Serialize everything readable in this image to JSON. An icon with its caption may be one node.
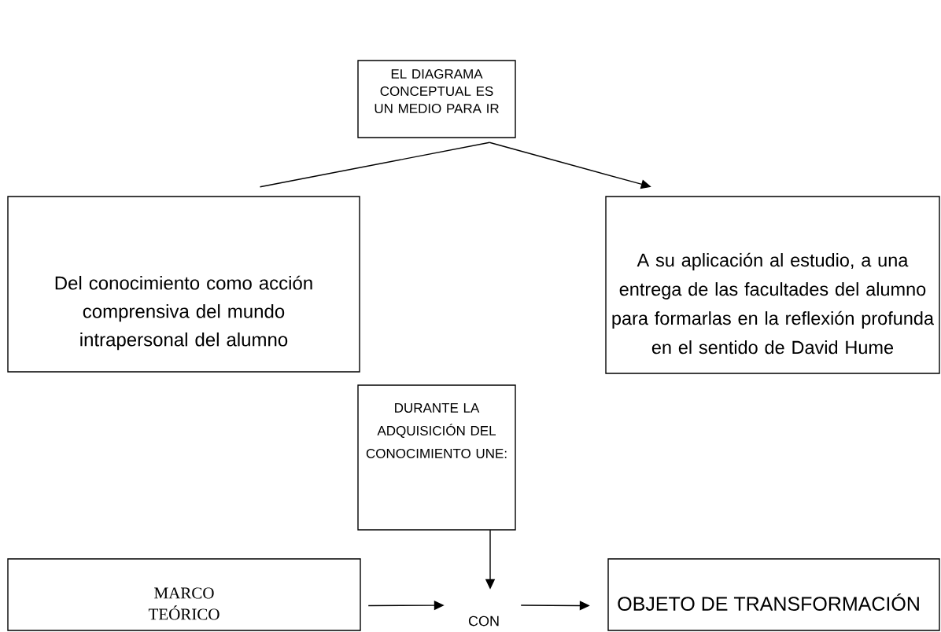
{
  "diagram": {
    "nodes": [
      {
        "text": [
          "EL DIAGRAMA CONCEPTUAL ES UN MEDIO PARA IR"
        ]
      },
      {
        "text": [
          "Del conocimiento como acción comprensiva del mundo intrapersonal del alumno"
        ]
      },
      {
        "text": [
          "A su aplicación al estudio, a una entrega de las facultades del alumno para formarlas en la reflexión profunda en el sentido de David Hume"
        ]
      },
      {
        "text": [
          "DURANTE LA ADQUISICIÓN DEL CONOCIMIENTO UNE:"
        ]
      },
      {
        "text": [
          "MARCO TEÓRICO"
        ]
      },
      {
        "text": [
          "CON"
        ]
      },
      {
        "text": [
          "OBJETO DE TRANSFORMACIÓN"
        ]
      }
    ],
    "edges": [
      {
        "from": 0,
        "to": 1,
        "arrow": "none"
      },
      {
        "from": 0,
        "to": 2,
        "arrow": "to"
      },
      {
        "from": 3,
        "to": 5,
        "arrow": "to"
      },
      {
        "from": 4,
        "to": 5,
        "arrow": "to"
      },
      {
        "from": 5,
        "to": 6,
        "arrow": "to"
      }
    ]
  }
}
